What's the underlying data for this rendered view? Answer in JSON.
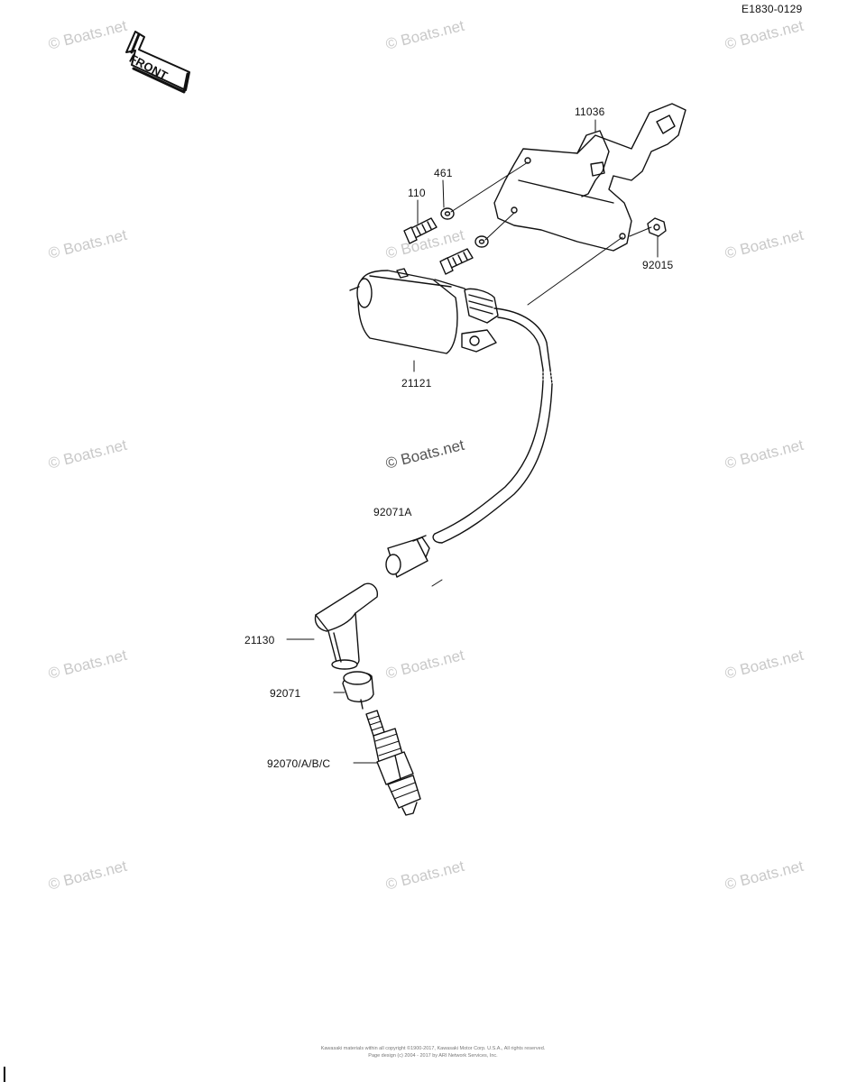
{
  "diagram_code": "E1830-0129",
  "front_label": "FRONT",
  "watermark_text": "© Boats.net",
  "parts": {
    "p11036": "11036",
    "p461": "461",
    "p110": "110",
    "p92015": "92015",
    "p21121": "21121",
    "p92071A": "92071A",
    "p21130": "21130",
    "p92071": "92071",
    "p92070": "92070/A/B/C"
  },
  "footer": {
    "line1": "Kawasaki materials within all copyright ©1900-2017, Kawasaki Motor Corp. U.S.A., All rights reserved.",
    "line2": "Page design (c) 2004 - 2017 by ARI Network Services, Inc."
  }
}
